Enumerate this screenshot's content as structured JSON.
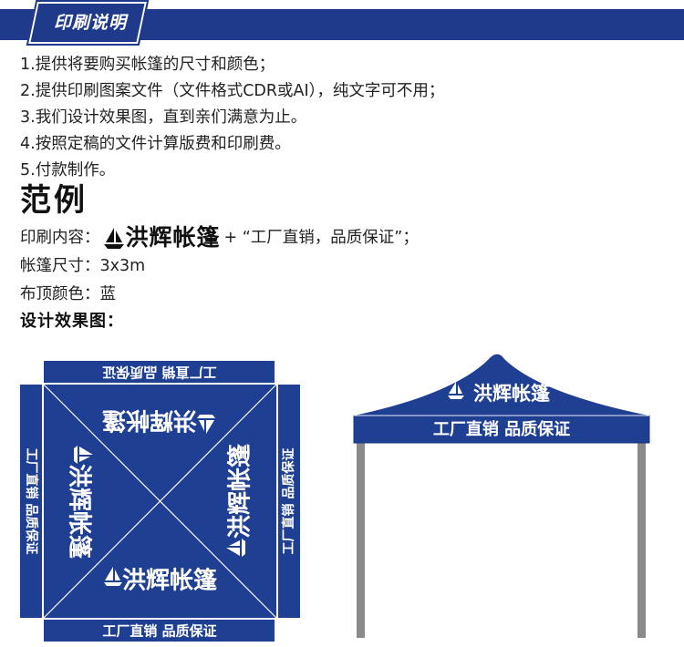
{
  "header": {
    "tab_label": "印刷说明",
    "bar_color": "#1f3a8a"
  },
  "instructions": [
    "1.提供将要购买帐篷的尺寸和颜色；",
    "2.提供印刷图案文件（文件格式CDR或AI），纯文字可不用；",
    "3.我们设计效果图，直到亲们满意为止。",
    "4.按照定稿的文件计算版费和印刷费。",
    "5.付款制作。"
  ],
  "example": {
    "title": "范例",
    "print_content_label": "印刷内容：",
    "brand_name": "洪辉帐篷",
    "print_content_suffix": "+ “工厂直销，品质保证”；",
    "size_line": "帐篷尺寸：3x3m",
    "color_line": "布顶颜色：蓝",
    "effect_title": "设计效果图："
  },
  "mockup": {
    "brand_name": "洪辉帐篷",
    "slogan": "工厂直销 品质保证",
    "canopy_color": "#1f3f93",
    "frame_color": "#8a8a8a",
    "logo_icon": "sailboat-icon"
  }
}
